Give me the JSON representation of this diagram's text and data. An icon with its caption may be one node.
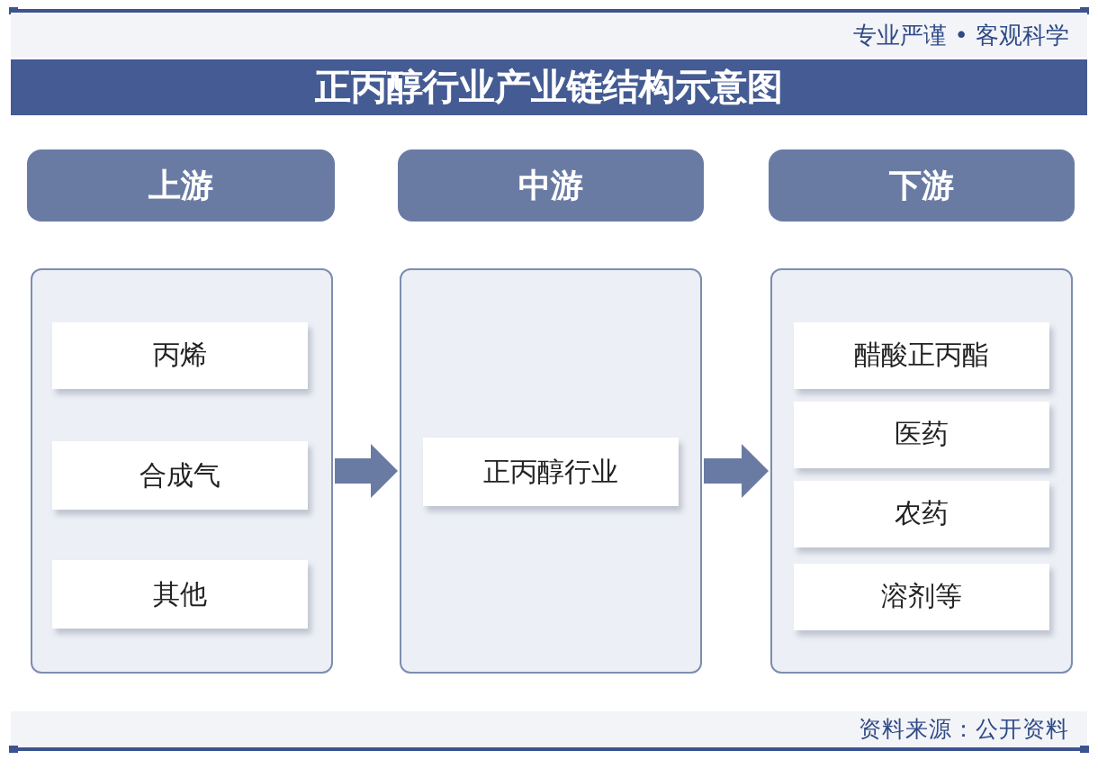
{
  "diagram": {
    "title": "正丙醇行业产业链结构示意图",
    "nodes": [
      {
        "text": [
          "上游"
        ]
      },
      {
        "text": [
          "中游"
        ]
      },
      {
        "text": [
          "下游"
        ]
      },
      {
        "text": [],
        "shape": "box"
      },
      {
        "text": [
          "丙烯"
        ],
        "in": 3
      },
      {
        "text": [
          "合成气"
        ],
        "in": 3
      },
      {
        "text": [
          "其他"
        ],
        "in": 3
      },
      {
        "text": [],
        "shape": "box"
      },
      {
        "text": [
          "正丙醇行业"
        ],
        "in": 7
      },
      {
        "text": [],
        "shape": "box"
      },
      {
        "text": [
          "醋酸正丙酯"
        ],
        "in": 9
      },
      {
        "text": [
          "医药"
        ],
        "in": 9
      },
      {
        "text": [
          "农药"
        ],
        "in": 9
      },
      {
        "text": [
          "溶剂等"
        ],
        "in": 9
      }
    ],
    "edges": [
      {
        "from": 3,
        "to": 7,
        "arrow": "to"
      },
      {
        "from": 7,
        "to": 9,
        "arrow": "to"
      }
    ],
    "labels": [
      "专业严谨 • 客观科学",
      "资料来源：公开资料"
    ]
  }
}
